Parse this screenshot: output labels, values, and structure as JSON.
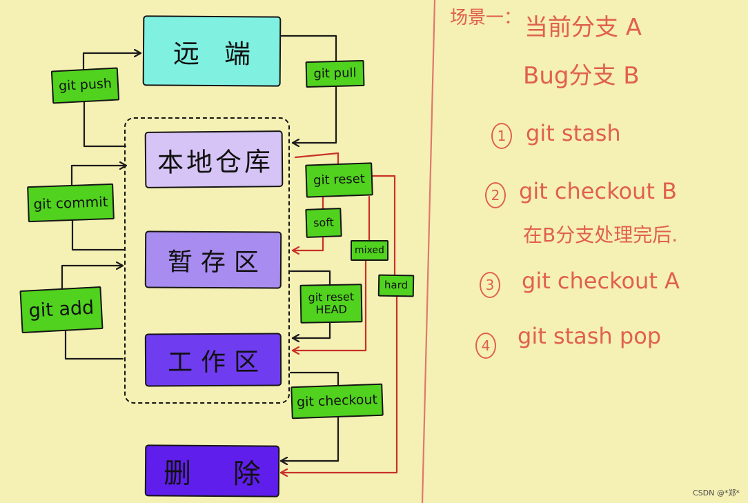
{
  "colors": {
    "paper": "#f5f0b4",
    "remote": "#80f0e1",
    "local_repo": "#d7c4f6",
    "staging": "#a88cf0",
    "working": "#703cf0",
    "delete": "#5f1eeb",
    "command_green": "#50d21e",
    "note_ink": "#e0604f",
    "reset_line": "#c8302a",
    "margin_line": "#e0786c"
  },
  "diagram": {
    "nodes": {
      "remote": "远 端",
      "local_repo": "本地仓库",
      "staging": "暂存区",
      "working": "工作区",
      "delete": "删 除"
    },
    "commands": {
      "push": "git push",
      "pull": "git pull",
      "commit": "git commit",
      "add": "git add",
      "reset": "git reset",
      "soft": "soft",
      "mixed": "mixed",
      "hard": "hard",
      "reset_head": [
        "git reset",
        "HEAD"
      ],
      "checkout": "git checkout"
    }
  },
  "notes": {
    "scenario_label": "场景一：",
    "current_branch": "当前分支 A",
    "bug_branch": "Bug分支 B",
    "steps": [
      {
        "num": "1",
        "text": "git stash"
      },
      {
        "num": "2",
        "text": "git checkout B"
      },
      {
        "num": "3",
        "text": "git checkout A"
      },
      {
        "num": "4",
        "text": "git stash pop"
      }
    ],
    "after_note": "在B分支处理完后."
  },
  "watermark": "CSDN @*郑*"
}
